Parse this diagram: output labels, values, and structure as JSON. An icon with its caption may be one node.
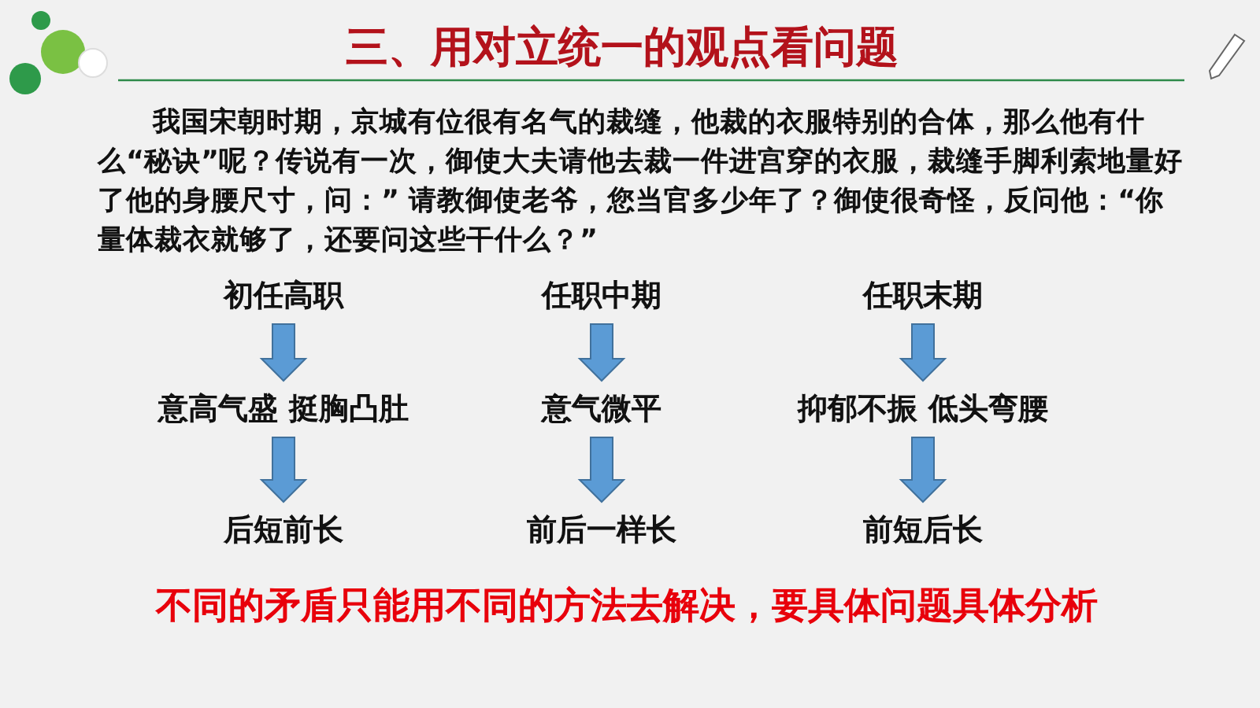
{
  "diagram": {
    "title": "三、用对立统一的观点看问题",
    "nodes": [
      {
        "text": [
          "初任高职"
        ]
      },
      {
        "text": [
          "任职中期"
        ]
      },
      {
        "text": [
          "任职末期"
        ]
      },
      {
        "text": [
          "意高气盛 挺胸凸肚"
        ]
      },
      {
        "text": [
          "意气微平"
        ]
      },
      {
        "text": [
          "抑郁不振 低头弯腰"
        ]
      },
      {
        "text": [
          "后短前长"
        ]
      },
      {
        "text": [
          "前后一样长"
        ]
      },
      {
        "text": [
          "前短后长"
        ]
      }
    ],
    "edges": [
      {
        "from": 0,
        "to": 3,
        "arrow": "to"
      },
      {
        "from": 1,
        "to": 4,
        "arrow": "to"
      },
      {
        "from": 2,
        "to": 5,
        "arrow": "to"
      },
      {
        "from": 3,
        "to": 6,
        "arrow": "to"
      },
      {
        "from": 4,
        "to": 7,
        "arrow": "to"
      },
      {
        "from": 5,
        "to": 8,
        "arrow": "to"
      }
    ],
    "labels": [
      "我国宋朝时期，京城有位很有名气的裁缝，他裁的衣服特别的合体，那么他有什么“秘诀”呢？传说有一次，御使大夫请他去裁一件进宫穿的衣服，裁缝手脚利索地量好了他的身腰尺寸，问：” 请教御使老爷，您当官多少年了？御使很奇怪，反问他：“你量体裁衣就够了，还要问这些干什么？”",
      "不同的矛盾只能用不同的方法去解决，要具体问题具体分析"
    ]
  }
}
